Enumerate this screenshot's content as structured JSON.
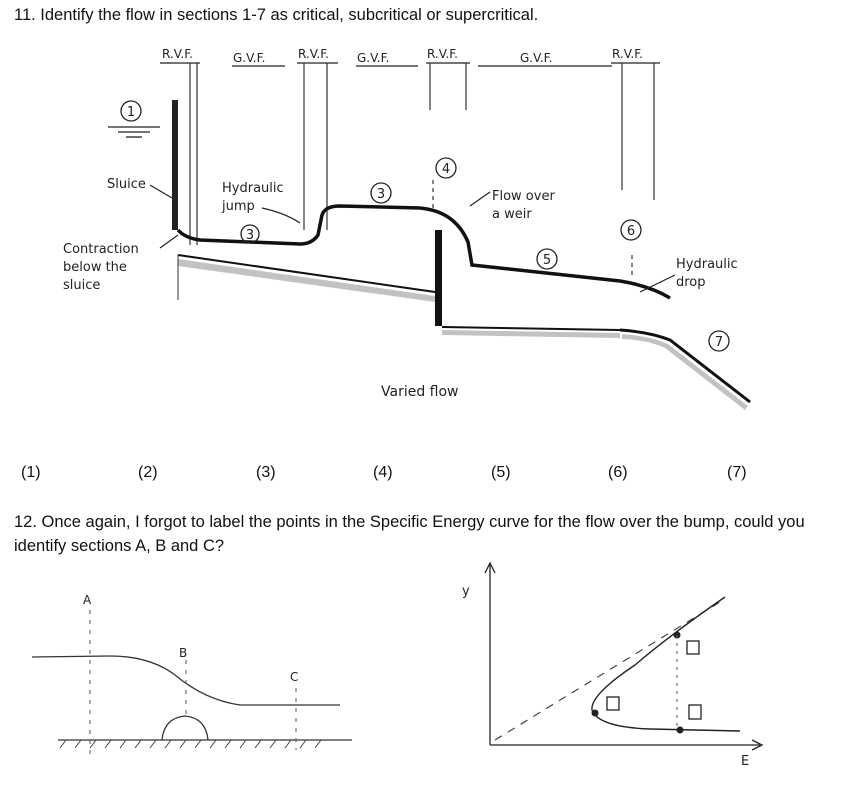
{
  "q11": {
    "text": "11. Identify the flow in sections 1-7 as critical, subcritical or supercritical.",
    "zone_labels": [
      "R.V.F.",
      "G.V.F.",
      "R.V.F.",
      "G.V.F.",
      "R.V.F.",
      "G.V.F.",
      "R.V.F."
    ],
    "annotations": {
      "sluice": "Sluice",
      "contraction": [
        "Contraction",
        "below the",
        "sluice"
      ],
      "hydraulic_jump": [
        "Hydraulic",
        "jump"
      ],
      "flow_over_weir": [
        "Flow over",
        "a weir"
      ],
      "hydraulic_drop": [
        "Hydraulic",
        "drop"
      ],
      "varied_flow": "Varied flow"
    },
    "circled_numbers": [
      "1",
      "3",
      "3",
      "4",
      "5",
      "6",
      "7"
    ],
    "sections": [
      "(1)",
      "(2)",
      "(3)",
      "(4)",
      "(5)",
      "(6)",
      "(7)"
    ]
  },
  "q12": {
    "text": "12. Once again, I forgot to label the points in the Specific Energy curve for the flow over the bump, could you identify sections A, B and C?",
    "channel_labels": [
      "A",
      "B",
      "C"
    ],
    "axis_y": "y",
    "axis_x": "E"
  }
}
